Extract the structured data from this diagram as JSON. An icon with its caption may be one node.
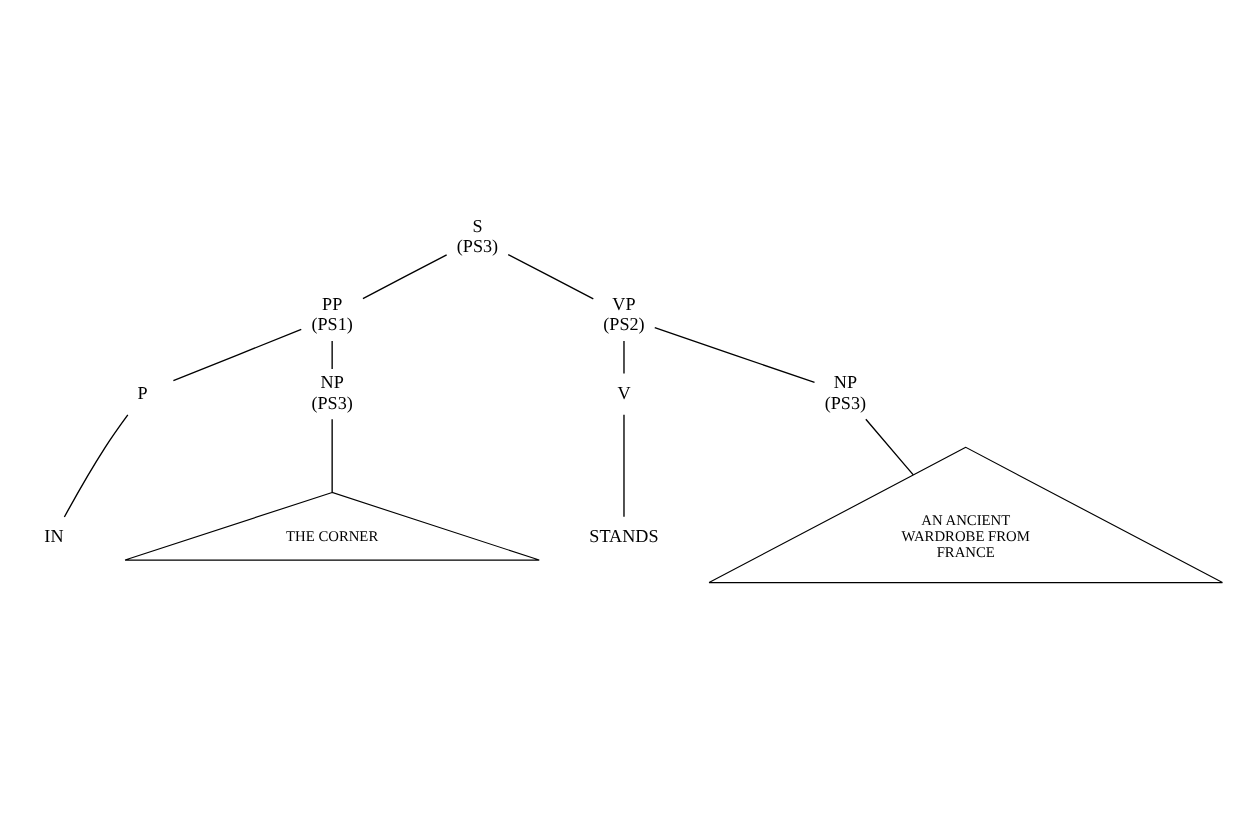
{
  "diagram": {
    "nodes": [
      {
        "text": [
          "S",
          "(PS3)"
        ]
      },
      {
        "text": [
          "PP",
          "(PS1)"
        ]
      },
      {
        "text": [
          "VP",
          "(PS2)"
        ]
      },
      {
        "text": [
          "P"
        ]
      },
      {
        "text": [
          "NP",
          "(PS3)"
        ]
      },
      {
        "text": [
          "V"
        ]
      },
      {
        "text": [
          "NP",
          "(PS3)"
        ]
      },
      {
        "text": [
          "IN"
        ]
      },
      {
        "text": [
          "THE CORNER"
        ]
      },
      {
        "text": [
          "STANDS"
        ]
      },
      {
        "text": [
          "AN ANCIENT WARDROBE FROM FRANCE"
        ]
      }
    ],
    "edges": [
      {
        "from": 0,
        "to": 1,
        "arrow": "none"
      },
      {
        "from": 0,
        "to": 2,
        "arrow": "none"
      },
      {
        "from": 1,
        "to": 3,
        "arrow": "none"
      },
      {
        "from": 1,
        "to": 4,
        "arrow": "none"
      },
      {
        "from": 2,
        "to": 5,
        "arrow": "none"
      },
      {
        "from": 2,
        "to": 6,
        "arrow": "none"
      },
      {
        "from": 3,
        "to": 7,
        "arrow": "none"
      },
      {
        "from": 4,
        "to": 8,
        "arrow": "none"
      },
      {
        "from": 5,
        "to": 9,
        "arrow": "none"
      },
      {
        "from": 6,
        "to": 10,
        "arrow": "none"
      }
    ]
  }
}
